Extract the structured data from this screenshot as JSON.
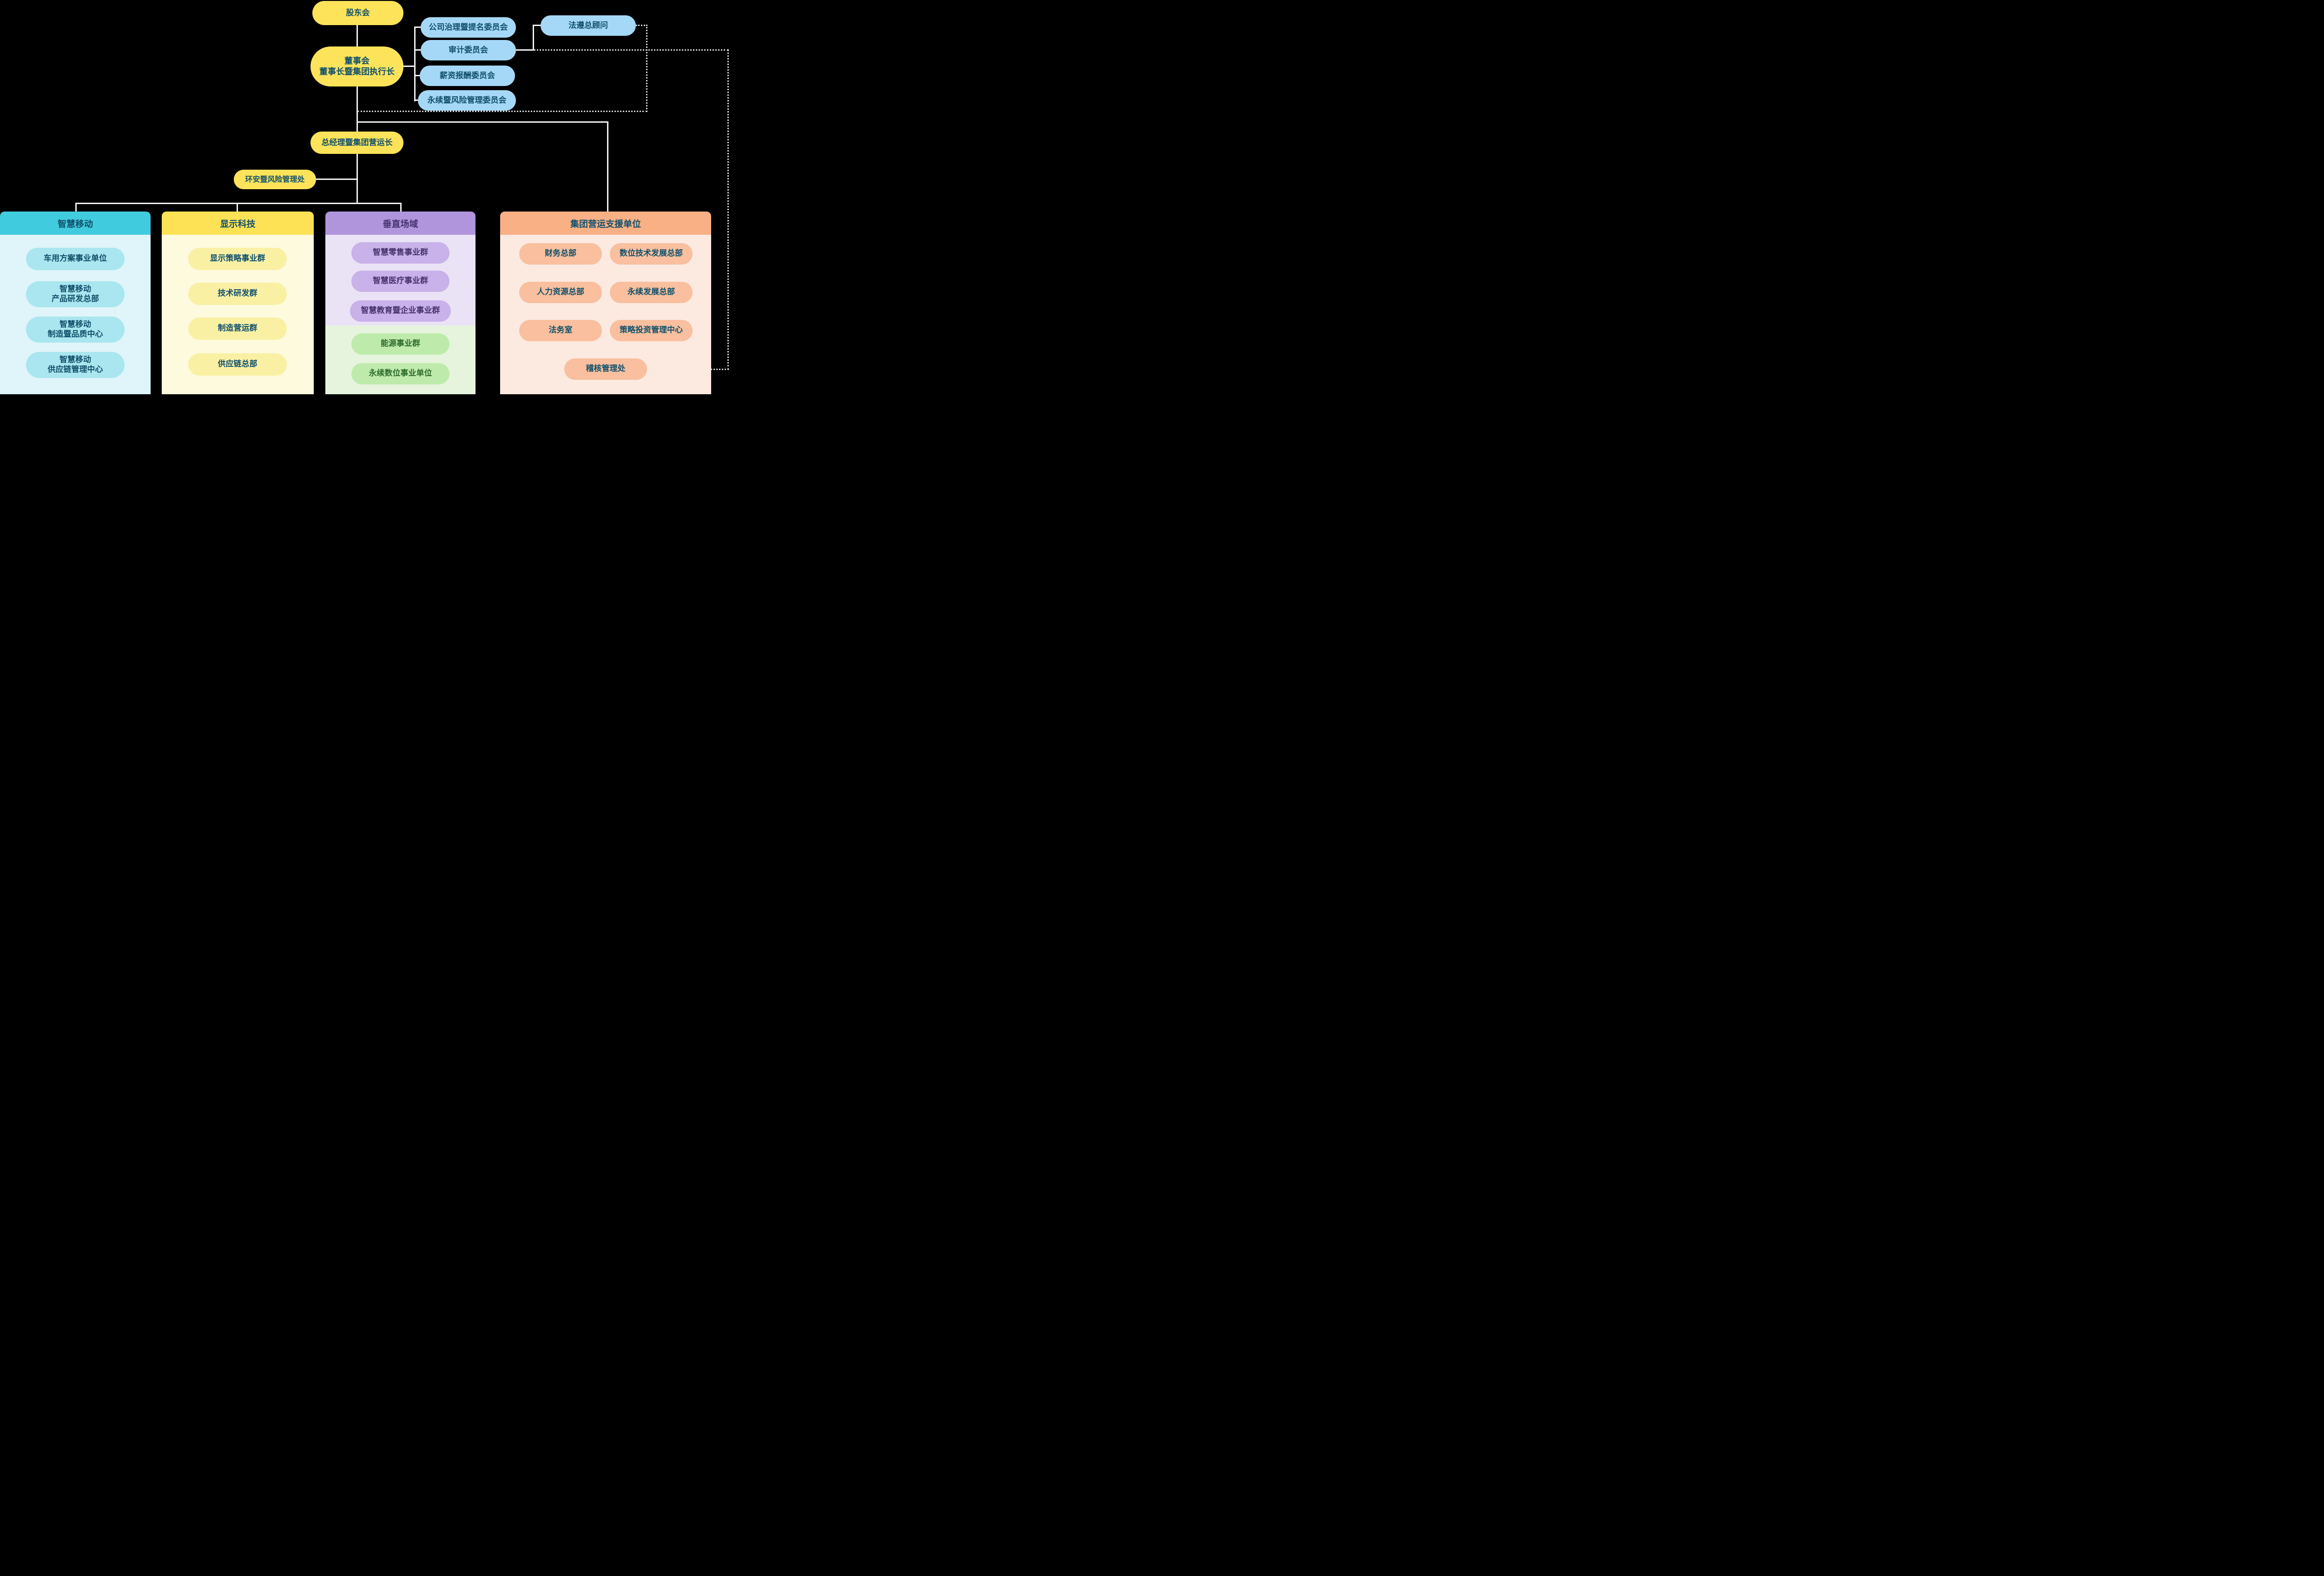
{
  "colors": {
    "background": "#000000",
    "line": "#f2f2f2",
    "dotted_line": "#d9d9d9",
    "yellow_node": "#fce35a",
    "blue_node": "#a5d8f6",
    "text_teal": "#11506b",
    "text_purple": "#46336e",
    "text_green": "#2f6b2f",
    "cyan_header": "#41cbde",
    "cyan_body": "#dff5f9",
    "cyan_item": "#a9e6ef",
    "yellow_header": "#fce254",
    "yellow_body": "#fdfade",
    "yellow_item": "#faf0a4",
    "purple_header": "#b094dc",
    "purple_body": "#eae3f6",
    "purple_item": "#c9b1e9",
    "green_body": "#e6f4dd",
    "green_item": "#beebab",
    "orange_header": "#f9b084",
    "orange_body": "#fceae1",
    "orange_item": "#f9bf9e"
  },
  "org": {
    "shareholders": "股东会",
    "board": "董事会\n董事长暨集团执行长",
    "committees": [
      "公司治理暨提名委员会",
      "审计委员会",
      "薪资报酬委员会",
      "永续暨风险管理委员会"
    ],
    "compliance_counsel": "法遵总顾问",
    "coo": "总经理暨集团营运长",
    "ehs_office": "环安暨风险管理处",
    "divisions": [
      {
        "title": "智慧移动",
        "items": [
          "车用方案事业单位",
          "智慧移动\n产品研发总部",
          "智慧移动\n制造暨品质中心",
          "智慧移动\n供应链管理中心"
        ]
      },
      {
        "title": "显示科技",
        "items": [
          "显示策略事业群",
          "技术研发群",
          "制造营运群",
          "供应链总部"
        ]
      },
      {
        "title": "垂直场域",
        "items": [
          "智慧零售事业群",
          "智慧医疗事业群",
          "智慧教育暨企业事业群"
        ],
        "sub_items": [
          "能源事业群",
          "永续数位事业单位"
        ]
      },
      {
        "title": "集团营运支援单位",
        "items": [
          "财务总部",
          "数位技术发展总部",
          "人力资源总部",
          "永续发展总部",
          "法务室",
          "策略投资管理中心",
          "稽核管理处"
        ]
      }
    ]
  }
}
